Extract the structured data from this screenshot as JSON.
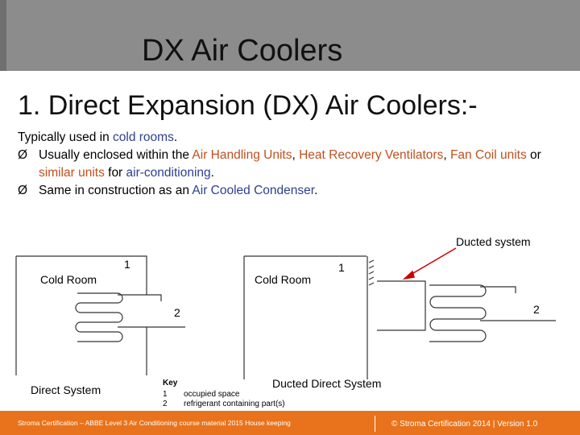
{
  "slide": {
    "title": "DX Air Coolers",
    "heading": "1. Direct Expansion (DX) Air Coolers:-"
  },
  "body": {
    "intro_prefix": "Typically used in ",
    "intro_link": "cold rooms",
    "intro_suffix": ".",
    "bullet_symbol": "Ø",
    "bullet1": {
      "t1": "Usually enclosed within the ",
      "l1": "Air Handling Units",
      "t2": ", ",
      "l2": "Heat Recovery Ventilators",
      "t3": ", ",
      "l3": "Fan Coil units",
      "t4": " or ",
      "l4": "similar units",
      "t5": " for ",
      "l5": "air-conditioning",
      "t6": "."
    },
    "bullet2": {
      "t1": "Same in construction as an ",
      "l1": "Air Cooled Condenser",
      "t2": "."
    }
  },
  "figure": {
    "ducted_callout": "Ducted system",
    "left_room_label": "Cold Room",
    "right_room_label": "Cold Room",
    "left_num1": "1",
    "left_num2": "2",
    "right_num1": "1",
    "right_num2": "2",
    "left_caption": "Direct System",
    "right_caption": "Ducted Direct System",
    "key_title": "Key",
    "key1_num": "1",
    "key1_text": "occupied space",
    "key2_num": "2",
    "key2_text": "refrigerant containing part(s)"
  },
  "footer": {
    "left": "Stroma Certification – ABBE Level 3 Air Conditioning course material 2015 House keeping",
    "right": "© Stroma Certification 2014  |   Version 1.0"
  },
  "colors": {
    "header_bar": "#8c8c8c",
    "footer_bar": "#e8731c",
    "link_blue": "#2e3f8f",
    "link_orange": "#c0501f"
  }
}
